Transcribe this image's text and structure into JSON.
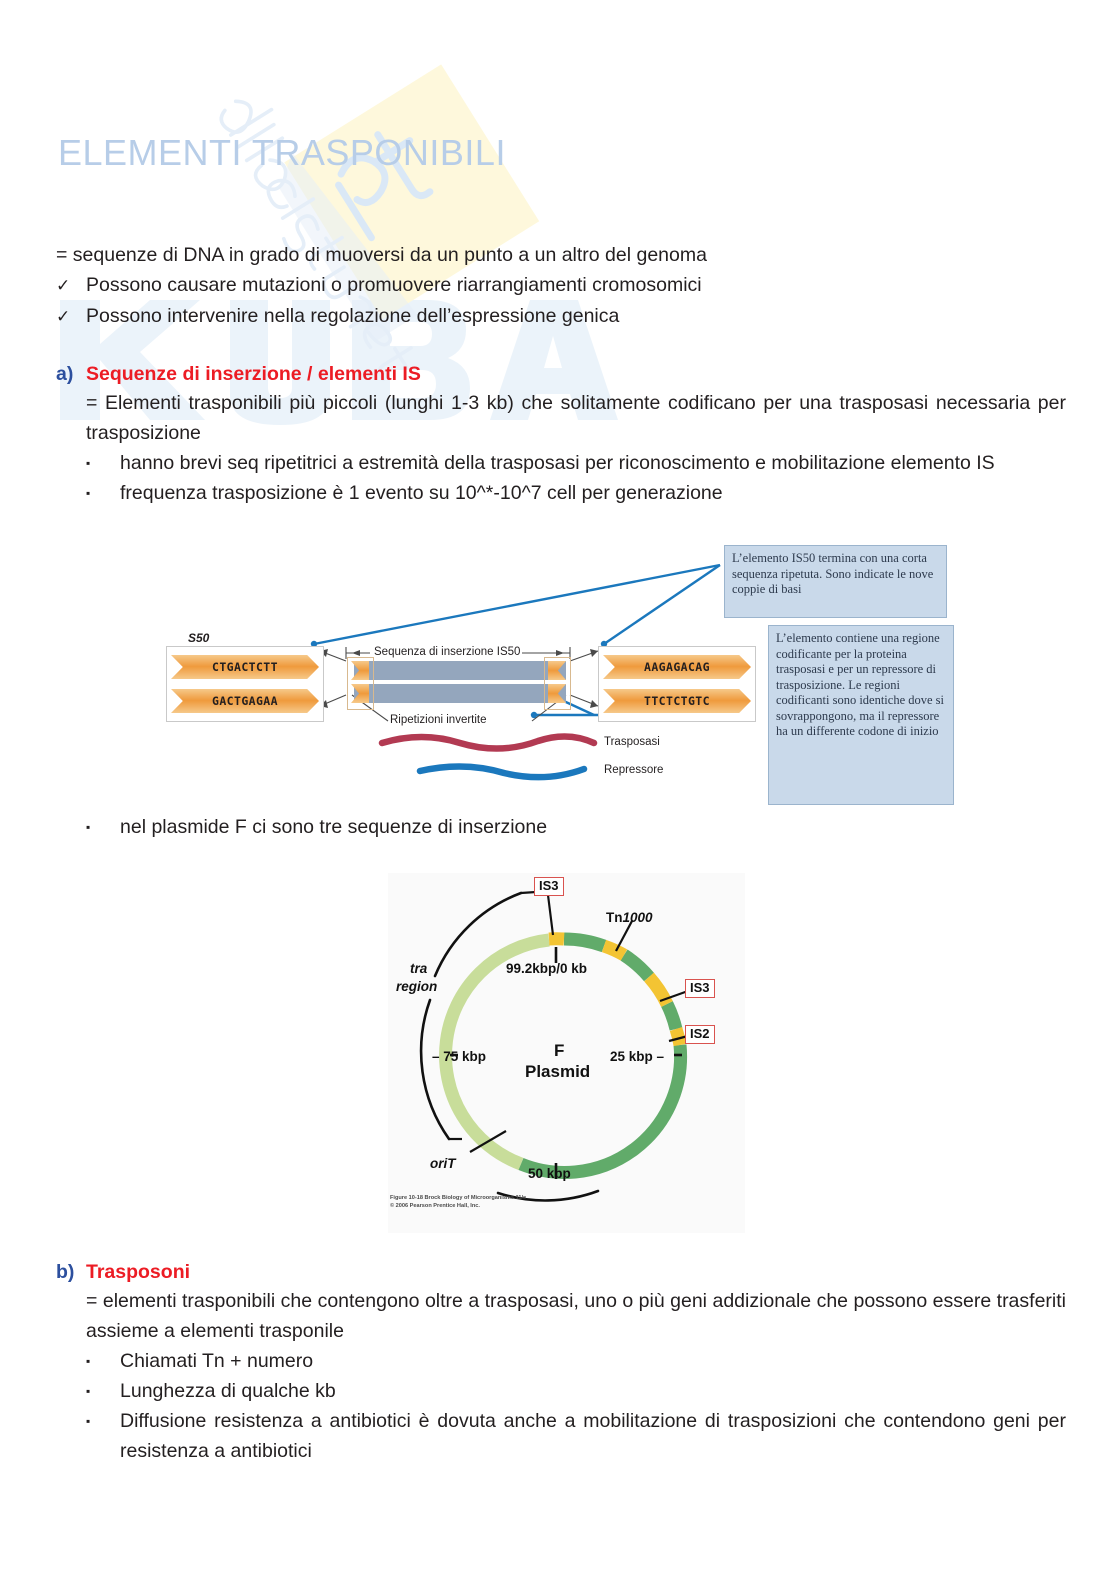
{
  "document": {
    "title": "ELEMENTI TRASPONIBILI",
    "title_color": "#b7cde8",
    "accent_red": "#ec1c24",
    "accent_blue": "#2c4f9e"
  },
  "watermark": {
    "text_primary": "kuba.pt",
    "text_secondary": "dello studente",
    "diamond_color": "#fdf3c0",
    "text_color": "#cfe0f2"
  },
  "intro": {
    "definition": "= sequenze di DNA in grado di muoversi da un punto a un altro del genoma",
    "checks": [
      {
        "mark": "✓",
        "text": "Possono causare mutazioni o promuovere riarrangiamenti cromosomici"
      },
      {
        "mark": "✓",
        "text": "Possono intervenire nella regolazione dell’espressione genica"
      }
    ]
  },
  "sections": [
    {
      "letter": "a)",
      "title": "Sequenze di inserzione / elementi IS",
      "definition": "= Elementi trasponibili più piccoli (lunghi 1-3 kb) che solitamente codificano per una trasposasi necessaria per trasposizione",
      "bullets": [
        {
          "mark": "▪",
          "text": "hanno brevi seq ripetitrici a estremità della trasposasi per riconoscimento e mobilitazione elemento IS"
        },
        {
          "mark": "▪",
          "text": "frequenza trasposizione è 1 evento su 10^*-10^7 cell per generazione"
        }
      ],
      "bullets_after_fig": [
        {
          "mark": "▪",
          "text": "nel plasmide F ci sono tre sequenze di inserzione"
        }
      ]
    },
    {
      "letter": "b)",
      "title": "Trasposoni",
      "definition": "= elementi trasponibili che contengono oltre a trasposasi, uno o più geni addizionale che possono essere trasferiti assieme a elementi trasponile",
      "bullets": [
        {
          "mark": "▪",
          "text": "Chiamati Tn + numero"
        },
        {
          "mark": "▪",
          "text": "Lunghezza di qualche kb"
        },
        {
          "mark": "▪",
          "text": "Diffusione resistenza a antibiotici è dovuta anche a mobilitazione di trasposizioni che contendono geni per resistenza a antibiotici"
        }
      ]
    }
  ],
  "figure_is50": {
    "corner_label": "S50",
    "span_label": "Sequenza di inserzione IS50",
    "inverted_repeats_label": "Ripetizioni invertite",
    "left_sequences": [
      "CTGACTCTT",
      "GACTGAGAA"
    ],
    "right_sequences": [
      "AAGAGACAG",
      "TTCTCTGTC"
    ],
    "legend": [
      {
        "name": "Trasposasi",
        "color": "#b23a52"
      },
      {
        "name": "Repressore",
        "color": "#1b78bd"
      }
    ],
    "callouts": [
      "L’elemento IS50 termina con una corta sequenza ripetuta. Sono indicate le nove coppie di basi",
      "L’elemento contiene una regione codificante per la proteina trasposasi e per un repressore di trasposizione. Le regioni codificanti sono identiche dove si sovrappongono, ma il repressore ha un differente codone di inizio"
    ],
    "bar_color": "#94a6bd",
    "arrow_color": "#ef9a3c",
    "callout_bg": "#c9d9ea"
  },
  "figure_plasmid": {
    "center_line1": "F",
    "center_line2": "Plasmid",
    "markers": [
      {
        "label": "IS3"
      },
      {
        "label": "IS3"
      },
      {
        "label": "IS2"
      }
    ],
    "tn_label": "Tn1000",
    "tn_prefix": "Tn",
    "tn_number": "1000",
    "tra_line1": "tra",
    "tra_line2": "region",
    "orit_label": "oriT",
    "coordinates": [
      "99.2kbp/0 kb",
      "25 kbp –",
      "50 kbp",
      "– 75 kbp"
    ],
    "caption_line1": "Figure 10-18  Brock Biology of Microorganisms 11/e",
    "caption_line2": "© 2006 Pearson Prentice Hall, Inc.",
    "colors": {
      "light_green": "#c8dd9a",
      "dark_green": "#61ab6a",
      "yellow": "#f3c433",
      "label_border": "#d9534f"
    }
  }
}
